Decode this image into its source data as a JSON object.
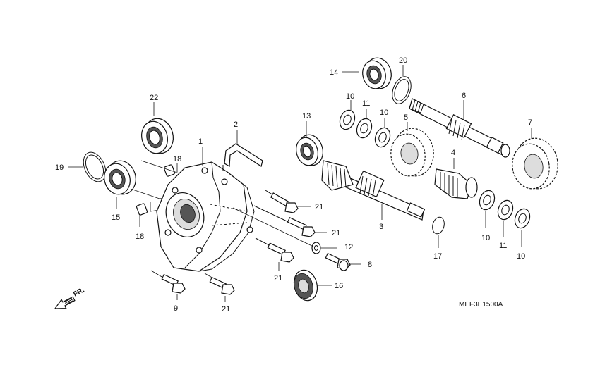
{
  "diagram": {
    "code": "MEF3E1500A",
    "front_label": "FR.",
    "callouts": {
      "c1": "1",
      "c2": "2",
      "c3": "3",
      "c4": "4",
      "c5": "5",
      "c6": "6",
      "c7": "7",
      "c8": "8",
      "c9": "9",
      "c10a": "10",
      "c10b": "10",
      "c10c": "10",
      "c10d": "10",
      "c11a": "11",
      "c11b": "11",
      "c12": "12",
      "c13": "13",
      "c14": "14",
      "c15": "15",
      "c16": "16",
      "c17": "17",
      "c18a": "18",
      "c18b": "18",
      "c19": "19",
      "c20": "20",
      "c21a": "21",
      "c21b": "21",
      "c21c": "21",
      "c21d": "21",
      "c22": "22"
    }
  }
}
